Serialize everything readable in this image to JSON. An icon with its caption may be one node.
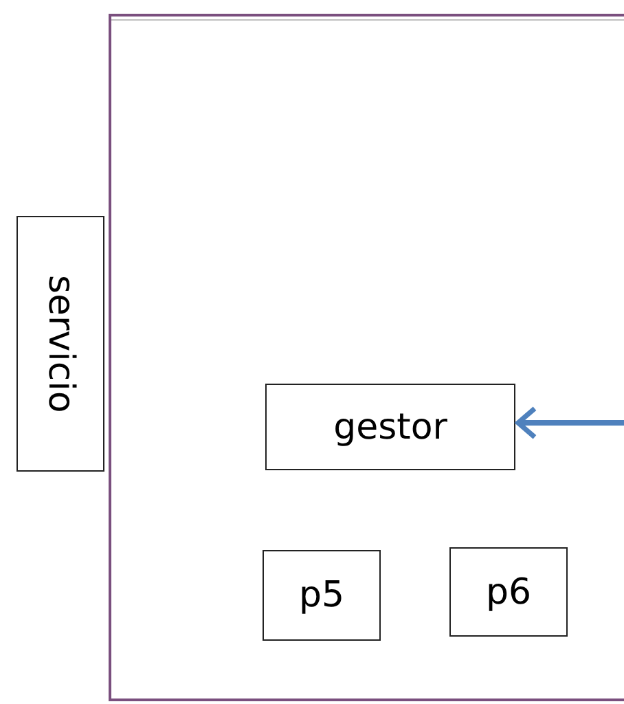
{
  "diagram": {
    "nodes": [
      {
        "text": [],
        "shape": "box"
      },
      {
        "text": [
          "servicio"
        ]
      },
      {
        "text": [
          "gestor"
        ],
        "in": 0
      },
      {
        "text": [
          "p5"
        ],
        "in": 0
      },
      {
        "text": [
          "p6"
        ],
        "in": 0
      }
    ],
    "edges": [
      {
        "from": null,
        "to": 2,
        "arrow": "to",
        "color": "#4f81bd"
      }
    ]
  }
}
